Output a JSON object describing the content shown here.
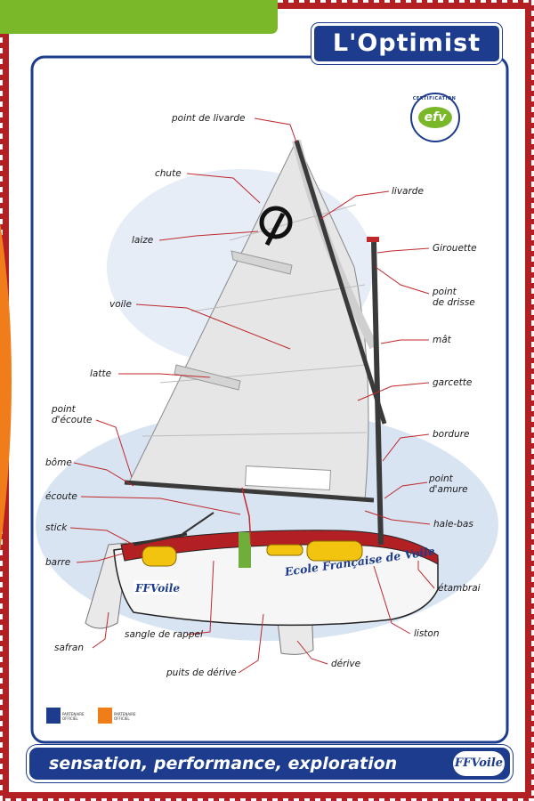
{
  "title": "L'Optimist",
  "certification": {
    "top_text": "CERTIFICATION",
    "badge_text": "efv"
  },
  "hull_text": "Ecole Française de Voile",
  "footer": {
    "slogan": "sensation, performance, exploration",
    "logo_text": "FFVoile"
  },
  "sponsors": [
    {
      "text": "PARTENAIRE OFFICIEL"
    },
    {
      "text": "PARTENAIRE OFFICIEL"
    }
  ],
  "colors": {
    "frame_blue": "#1d3c8e",
    "frame_red": "#b22024",
    "accent_green": "#7ab829",
    "sponsor_orange": "#f07c1a",
    "leader_red": "#c0282c"
  },
  "labels": {
    "point_de_livarde": "point de livarde",
    "chute": "chute",
    "livarde": "livarde",
    "laize": "laize",
    "girouette": "Girouette",
    "point_de_drisse": "point\nde drisse",
    "voile": "voile",
    "mat": "mât",
    "latte": "latte",
    "garcette": "garcette",
    "point_d_ecoute": "point\nd'écoute",
    "bordure": "bordure",
    "bome": "bôme",
    "point_d_amure": "point\nd'amure",
    "ecoute": "écoute",
    "hale_bas": "hale-bas",
    "stick": "stick",
    "barre": "barre",
    "etambrai": "étambrai",
    "liston": "liston",
    "safran": "safran",
    "sangle_de_rappel": "sangle de rappel",
    "puits_de_derive": "puits de dérive",
    "derive": "dérive"
  }
}
